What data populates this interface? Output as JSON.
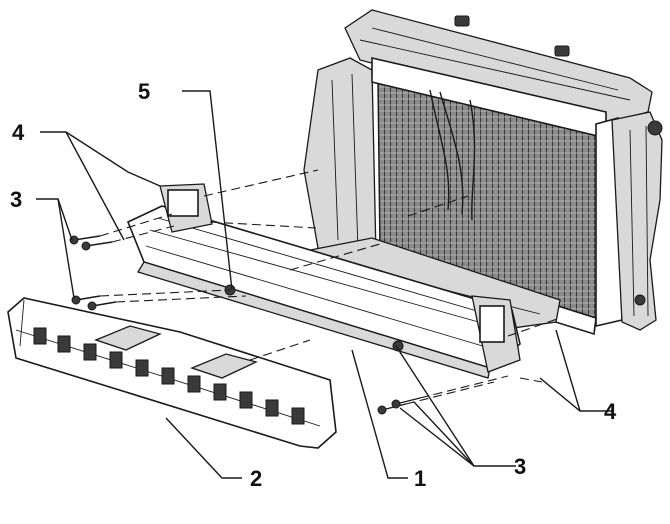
{
  "callouts": {
    "c1": "1",
    "c2": "2",
    "c3a": "3",
    "c3b": "3",
    "c4a": "4",
    "c4b": "4",
    "c5": "5"
  },
  "colors": {
    "ink": "#1a1a1a",
    "background": "#ffffff"
  }
}
